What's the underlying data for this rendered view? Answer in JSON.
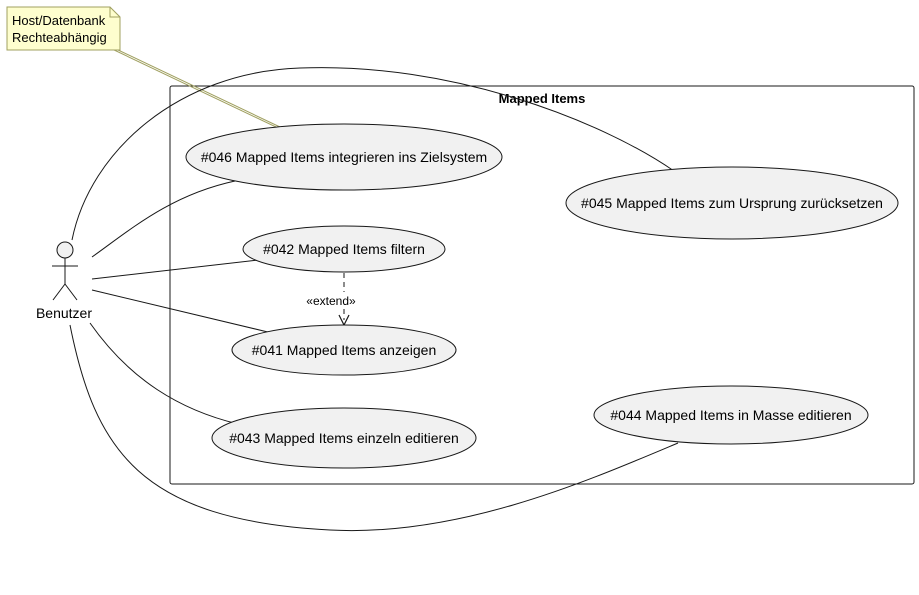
{
  "note": {
    "lines": [
      "Host/Datenbank",
      "Rechteabhängig"
    ]
  },
  "boundary": {
    "title": "Mapped Items"
  },
  "actor": {
    "label": "Benutzer"
  },
  "use_cases": [
    {
      "id": "uc046",
      "label": "#046 Mapped Items integrieren ins Zielsystem"
    },
    {
      "id": "uc045",
      "label": "#045 Mapped Items zum Ursprung zurücksetzen"
    },
    {
      "id": "uc042",
      "label": "#042 Mapped Items filtern"
    },
    {
      "id": "uc041",
      "label": "#041 Mapped Items anzeigen"
    },
    {
      "id": "uc044",
      "label": "#044 Mapped Items in Masse editieren"
    },
    {
      "id": "uc043",
      "label": "#043 Mapped Items einzeln editieren"
    }
  ],
  "extend": {
    "stereotype": "«extend»"
  },
  "colors": {
    "note_fill": "#FEFECE",
    "note_border": "#A0A060",
    "usecase_fill": "#F1F1F1",
    "line": "#181818"
  }
}
